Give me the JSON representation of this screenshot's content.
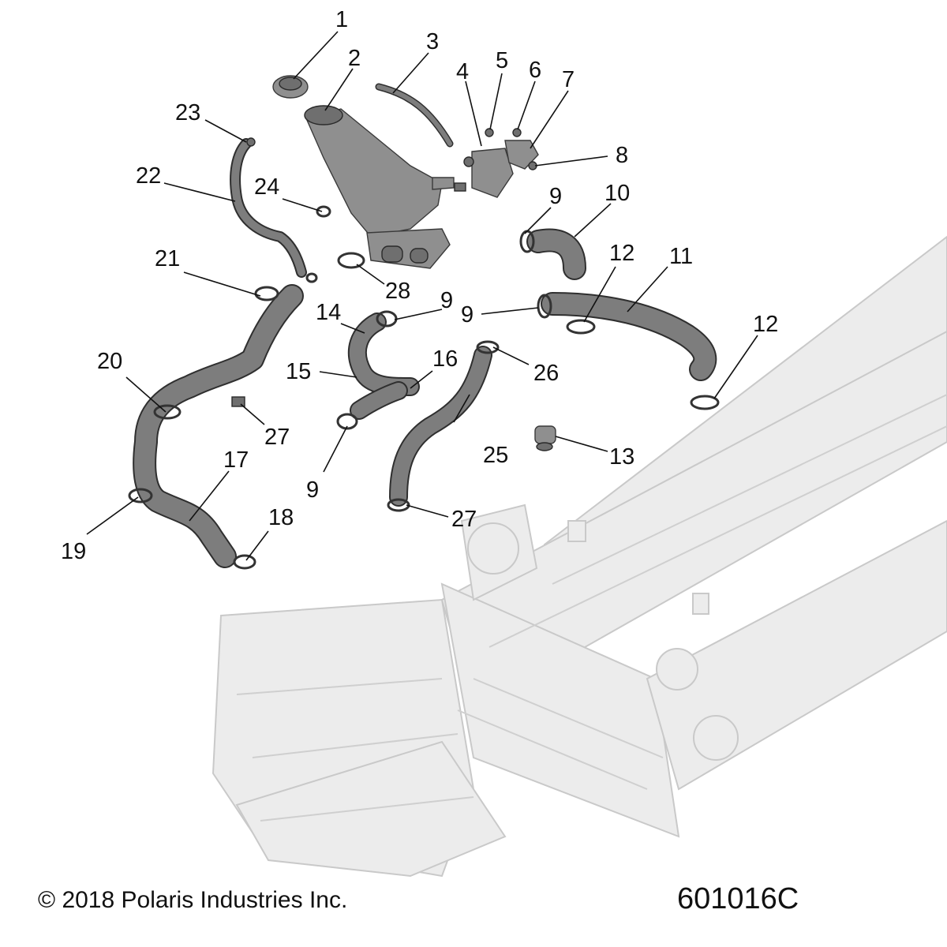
{
  "footer": {
    "copyright": "© 2018 Polaris Industries Inc.",
    "figure_id": "601016C"
  },
  "callouts": [
    "1",
    "2",
    "3",
    "4",
    "5",
    "6",
    "7",
    "8",
    "9",
    "10",
    "11",
    "12",
    "12",
    "13",
    "14",
    "15",
    "16",
    "17",
    "18",
    "19",
    "20",
    "21",
    "22",
    "23",
    "24",
    "25",
    "26",
    "27",
    "27",
    "28",
    "9",
    "9",
    "9"
  ]
}
